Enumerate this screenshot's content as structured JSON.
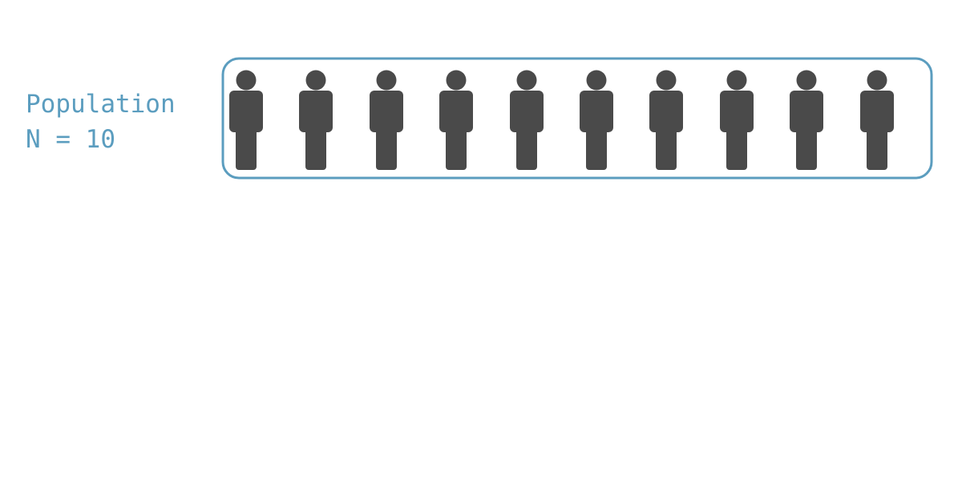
{
  "population": {
    "title": "Population",
    "count_text": "N = 10",
    "count": 10,
    "icon": "person-icon"
  },
  "colors": {
    "accent": "#5b9dbf",
    "person": "#4a4a4a",
    "background": "#ffffff"
  }
}
